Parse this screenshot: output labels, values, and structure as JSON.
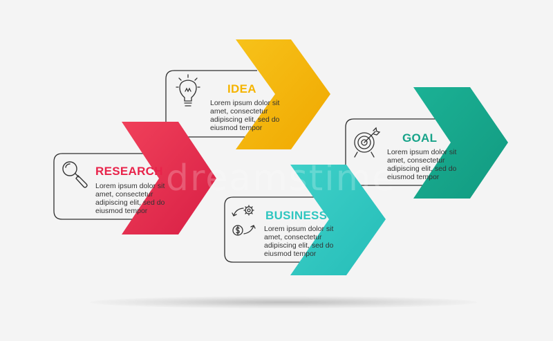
{
  "watermark": "dreamstime",
  "steps": [
    {
      "title": "RESEARCH",
      "text": "Lorem ipsum dolor sit amet, consectetur adipiscing elit, sed do eiusmod tempor",
      "color": "#e8234a",
      "icon": "magnifier-icon"
    },
    {
      "title": "IDEA",
      "text": "Lorem ipsum dolor sit amet, consectetur adipiscing elit, sed do eiusmod tempor",
      "color": "#f5b400",
      "icon": "lightbulb-icon"
    },
    {
      "title": "BUSINESS",
      "text": "Lorem ipsum dolor sit amet, consectetur adipiscing elit, sed do eiusmod tempor",
      "color": "#2fc6c0",
      "icon": "money-cycle-icon"
    },
    {
      "title": "GOAL",
      "text": "Lorem ipsum dolor sit amet, consectetur adipiscing elit, sed do eiusmod tempor",
      "color": "#17a389",
      "icon": "target-icon"
    }
  ]
}
